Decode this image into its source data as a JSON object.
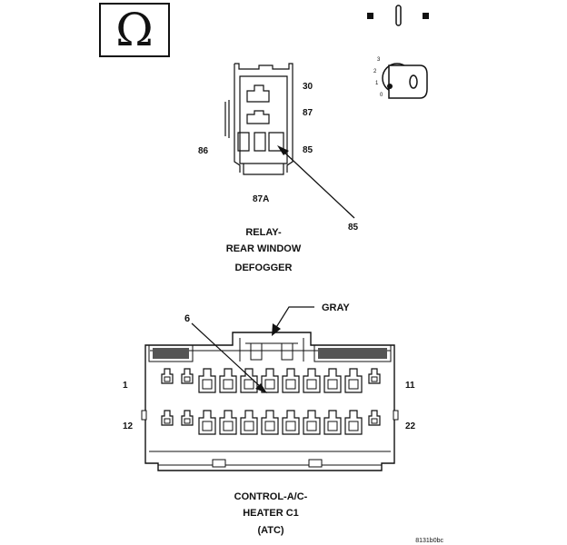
{
  "ohm_symbol": "Ω",
  "legend_icons": [
    "ohmmeter-icon",
    "ignition-key-icon"
  ],
  "key_positions": [
    "3",
    "2",
    "1",
    "0"
  ],
  "relay": {
    "pins": {
      "p30": "30",
      "p87": "87",
      "p86": "86",
      "p85": "85",
      "p87a": "87A"
    },
    "callout": "85",
    "title_lines": [
      "RELAY-",
      "REAR WINDOW",
      "DEFOGGER"
    ]
  },
  "connector": {
    "color_callout": "GRAY",
    "cavity_callout": "6",
    "row1_start": "1",
    "row1_end": "11",
    "row2_start": "12",
    "row2_end": "22",
    "title_lines": [
      "CONTROL-A/C-",
      "HEATER C1",
      "(ATC)"
    ]
  },
  "figure_id": "8131b0bc"
}
